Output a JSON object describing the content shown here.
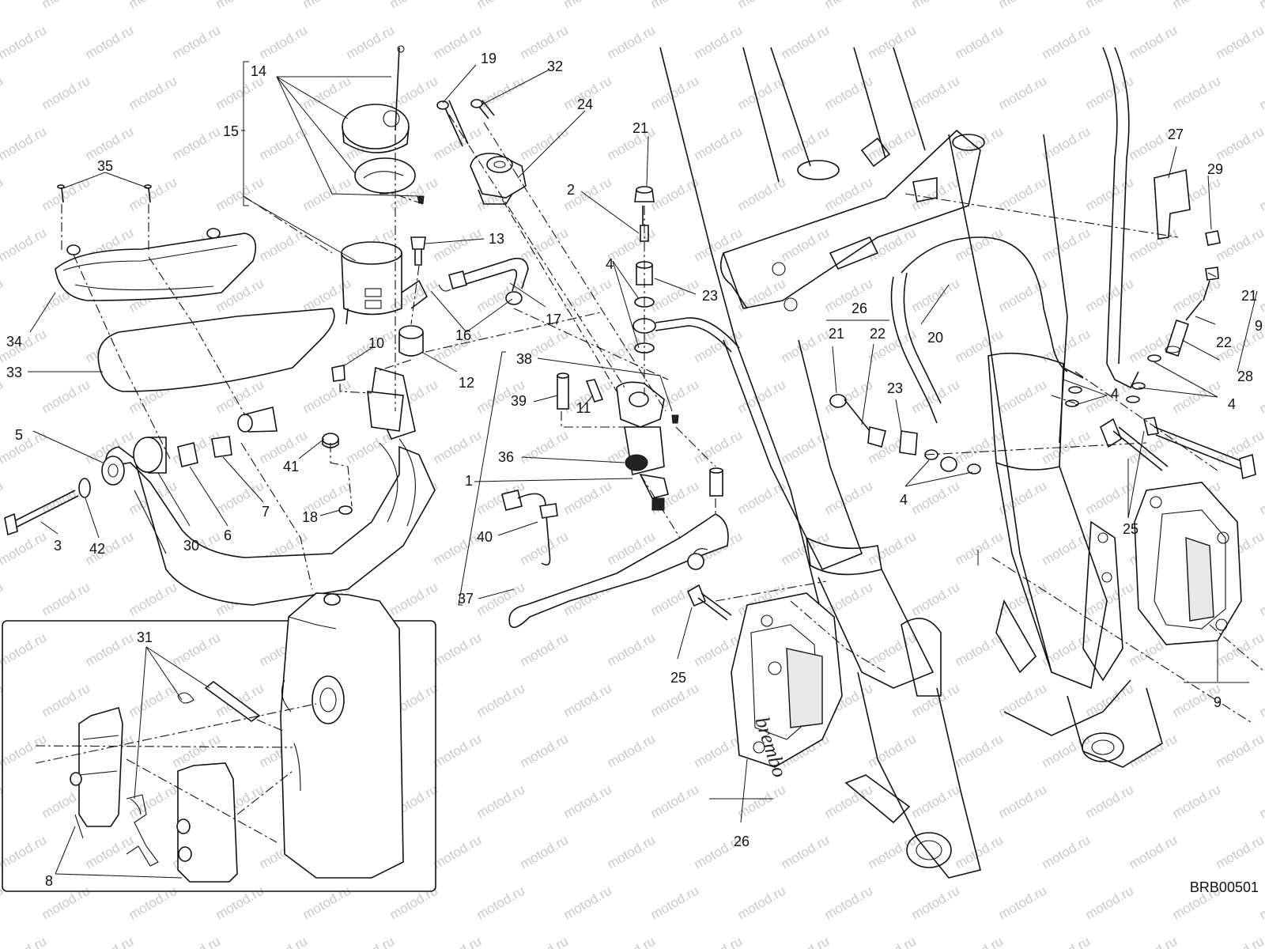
{
  "watermark": "motod.ru",
  "drawing_code": "BRB00501",
  "callouts": [
    {
      "id": "c14",
      "label": "14"
    },
    {
      "id": "c15",
      "label": "15"
    },
    {
      "id": "c19",
      "label": "19"
    },
    {
      "id": "c32",
      "label": "32"
    },
    {
      "id": "c24",
      "label": "24"
    },
    {
      "id": "c21a",
      "label": "21"
    },
    {
      "id": "c2",
      "label": "2"
    },
    {
      "id": "c4a",
      "label": "4"
    },
    {
      "id": "c23a",
      "label": "23"
    },
    {
      "id": "c35",
      "label": "35"
    },
    {
      "id": "c13",
      "label": "13"
    },
    {
      "id": "c17",
      "label": "17"
    },
    {
      "id": "c16",
      "label": "16"
    },
    {
      "id": "c34",
      "label": "34"
    },
    {
      "id": "c33",
      "label": "33"
    },
    {
      "id": "c10",
      "label": "10"
    },
    {
      "id": "c12",
      "label": "12"
    },
    {
      "id": "c38",
      "label": "38"
    },
    {
      "id": "c39",
      "label": "39"
    },
    {
      "id": "c11",
      "label": "11"
    },
    {
      "id": "c36",
      "label": "36"
    },
    {
      "id": "c1",
      "label": "1"
    },
    {
      "id": "c40",
      "label": "40"
    },
    {
      "id": "c37",
      "label": "37"
    },
    {
      "id": "c5",
      "label": "5"
    },
    {
      "id": "c41",
      "label": "41"
    },
    {
      "id": "c18",
      "label": "18"
    },
    {
      "id": "c3",
      "label": "3"
    },
    {
      "id": "c42",
      "label": "42"
    },
    {
      "id": "c30",
      "label": "30"
    },
    {
      "id": "c6",
      "label": "6"
    },
    {
      "id": "c7",
      "label": "7"
    },
    {
      "id": "c26a",
      "label": "26"
    },
    {
      "id": "c21b",
      "label": "21"
    },
    {
      "id": "c22a",
      "label": "22"
    },
    {
      "id": "c23b",
      "label": "23"
    },
    {
      "id": "c20",
      "label": "20"
    },
    {
      "id": "c4b",
      "label": "4"
    },
    {
      "id": "c27",
      "label": "27"
    },
    {
      "id": "c29",
      "label": "29"
    },
    {
      "id": "c21c",
      "label": "21"
    },
    {
      "id": "c9a",
      "label": "9"
    },
    {
      "id": "c22b",
      "label": "22"
    },
    {
      "id": "c28",
      "label": "28"
    },
    {
      "id": "c4c",
      "label": "4"
    },
    {
      "id": "c4d",
      "label": "4"
    },
    {
      "id": "c25a",
      "label": "25"
    },
    {
      "id": "c25b",
      "label": "25"
    },
    {
      "id": "c9b",
      "label": "9"
    },
    {
      "id": "c26b",
      "label": "26"
    },
    {
      "id": "c31",
      "label": "31"
    },
    {
      "id": "c8",
      "label": "8"
    }
  ]
}
